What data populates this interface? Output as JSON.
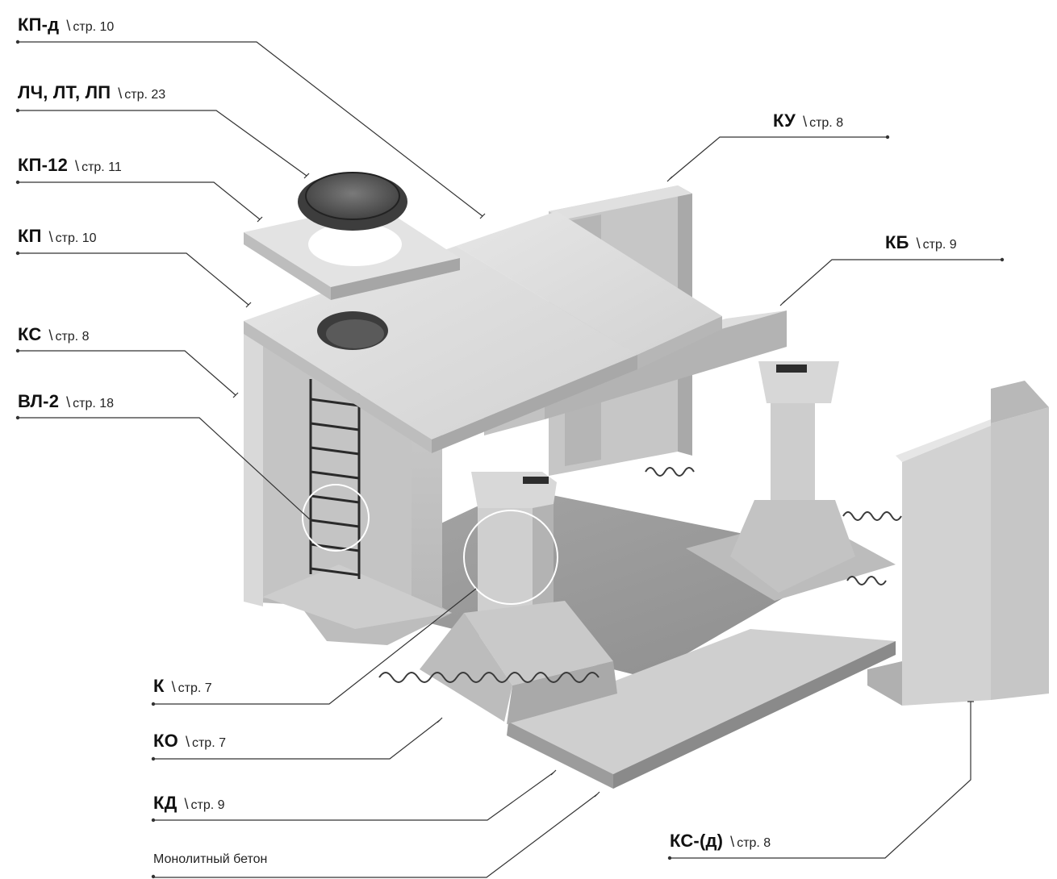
{
  "labels": [
    {
      "id": "kp-d",
      "code": "КП-д",
      "sep": "\\",
      "page": "стр. 10"
    },
    {
      "id": "lch",
      "code": "ЛЧ, ЛТ, ЛП",
      "sep": "\\",
      "page": "стр. 23"
    },
    {
      "id": "kp-12",
      "code": "КП-12",
      "sep": "\\",
      "page": "стр. 11"
    },
    {
      "id": "kp",
      "code": "КП",
      "sep": "\\",
      "page": "стр. 10"
    },
    {
      "id": "ks",
      "code": "КС",
      "sep": "\\",
      "page": "стр. 8"
    },
    {
      "id": "vl-2",
      "code": "ВЛ-2",
      "sep": "\\",
      "page": "стр. 18"
    },
    {
      "id": "ku",
      "code": "КУ",
      "sep": "\\",
      "page": "стр. 8"
    },
    {
      "id": "kb",
      "code": "КБ",
      "sep": "\\",
      "page": "стр. 9"
    },
    {
      "id": "k",
      "code": "К",
      "sep": "\\",
      "page": "стр. 7"
    },
    {
      "id": "ko",
      "code": "КО",
      "sep": "\\",
      "page": "стр. 7"
    },
    {
      "id": "kd",
      "code": "КД",
      "sep": "\\",
      "page": "стр. 9"
    },
    {
      "id": "ks-d",
      "code": "КС-(д)",
      "sep": "\\",
      "page": "стр. 8"
    },
    {
      "id": "monolith",
      "text": "Монолитный бетон"
    }
  ],
  "colors": {
    "leader": "#333333",
    "concrete_light": "#dcdcdc",
    "concrete_mid": "#c9c9c9",
    "concrete_dark": "#a9a9a9",
    "concrete_floor": "#9a9a9a",
    "highlight_circle": "#ffffff"
  }
}
